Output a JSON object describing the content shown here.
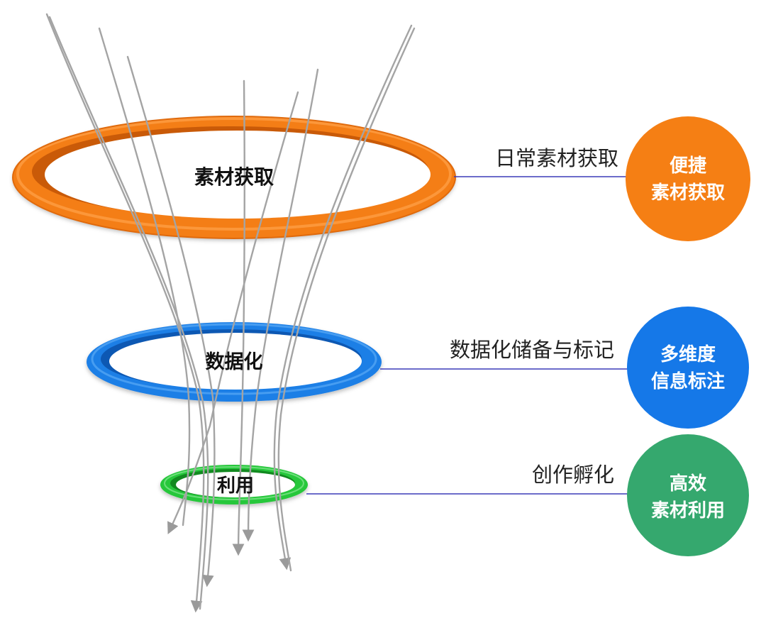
{
  "colors": {
    "orange": "#F47E17",
    "orange_dark": "#D9620A",
    "blue": "#1E7FE6",
    "blue_dark": "#0F62C4",
    "green": "#27C73A",
    "green_dark": "#139A22",
    "badge_orange": "#F57F14",
    "badge_blue": "#1578E8",
    "badge_green": "#35A86E",
    "connector": "#3B3BB8",
    "hatch": "#8A8A8A",
    "arrow": "#9A9A9A"
  },
  "rings": [
    {
      "label": "素材获取",
      "color": "orange"
    },
    {
      "label": "数据化",
      "color": "blue"
    },
    {
      "label": "利用",
      "color": "green"
    }
  ],
  "stages": [
    {
      "label": "日常素材获取",
      "badge": {
        "line1": "便捷",
        "line2": "素材获取",
        "color": "badge_orange"
      }
    },
    {
      "label": "数据化储备与标记",
      "badge": {
        "line1": "多维度",
        "line2": "信息标注",
        "color": "badge_blue"
      }
    },
    {
      "label": "创作孵化",
      "badge": {
        "line1": "高效",
        "line2": "素材利用",
        "color": "badge_green"
      }
    }
  ]
}
